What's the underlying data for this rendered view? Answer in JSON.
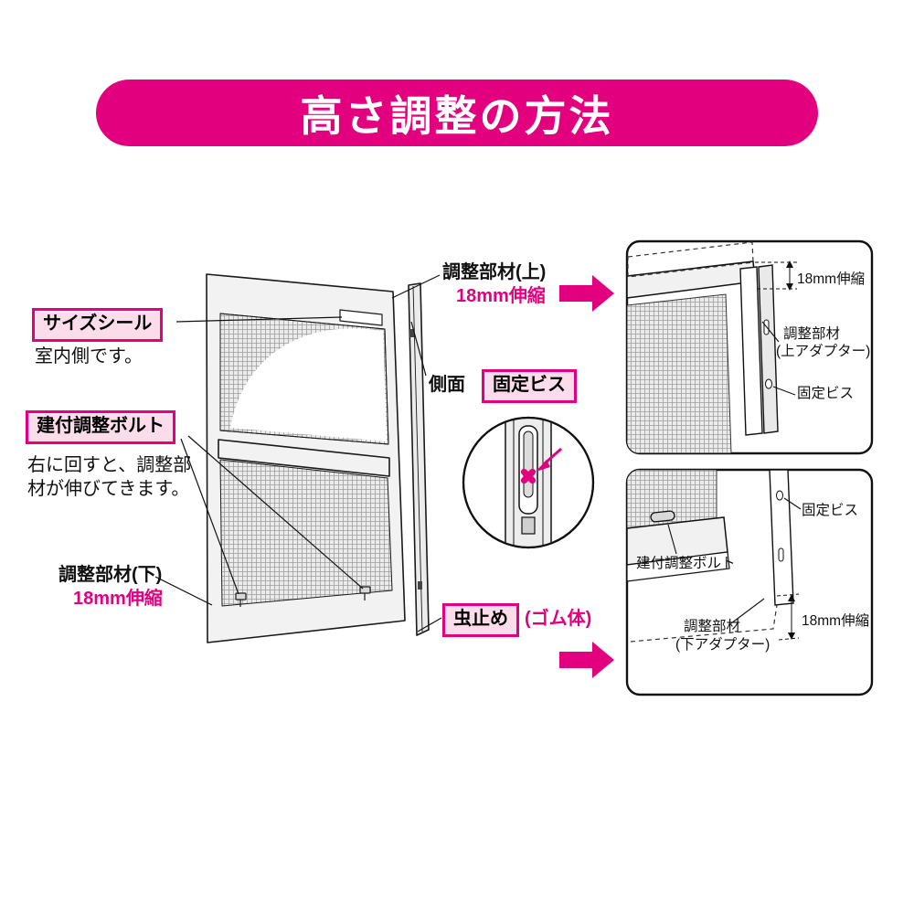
{
  "banner": {
    "title": "高さ調整の方法"
  },
  "colors": {
    "magenta": "#E3007F",
    "pink_box_bg": "#FBDCEA",
    "frame_gray": "#F1F1F1"
  },
  "main": {
    "adjust_top_label": "調整部材(上)",
    "adjust_top_range": "18mm伸縮",
    "size_seal_label": "サイズシール",
    "indoor_note": "室内側です。",
    "side_label": "側面",
    "fixing_screw_label": "固定ビス",
    "bolt_label": "建付調整ボルト",
    "bolt_note_line1": "右に回すと、調整部",
    "bolt_note_line2": "材が伸びてきます。",
    "adjust_bottom_label": "調整部材(下)",
    "adjust_bottom_range": "18mm伸縮",
    "insect_stop_label": "虫止め",
    "insect_stop_material": "(ゴム体)"
  },
  "detail_top": {
    "range_label": "18mm伸縮",
    "adapter_label_line1": "調整部材",
    "adapter_label_line2": "(上アダプター)",
    "screw_label": "固定ビス"
  },
  "detail_bottom": {
    "screw_label": "固定ビス",
    "bolt_label": "建付調整ボルト",
    "adapter_label_line1": "調整部材",
    "adapter_label_line2": "(下アダプター)",
    "range_label": "18mm伸縮"
  }
}
